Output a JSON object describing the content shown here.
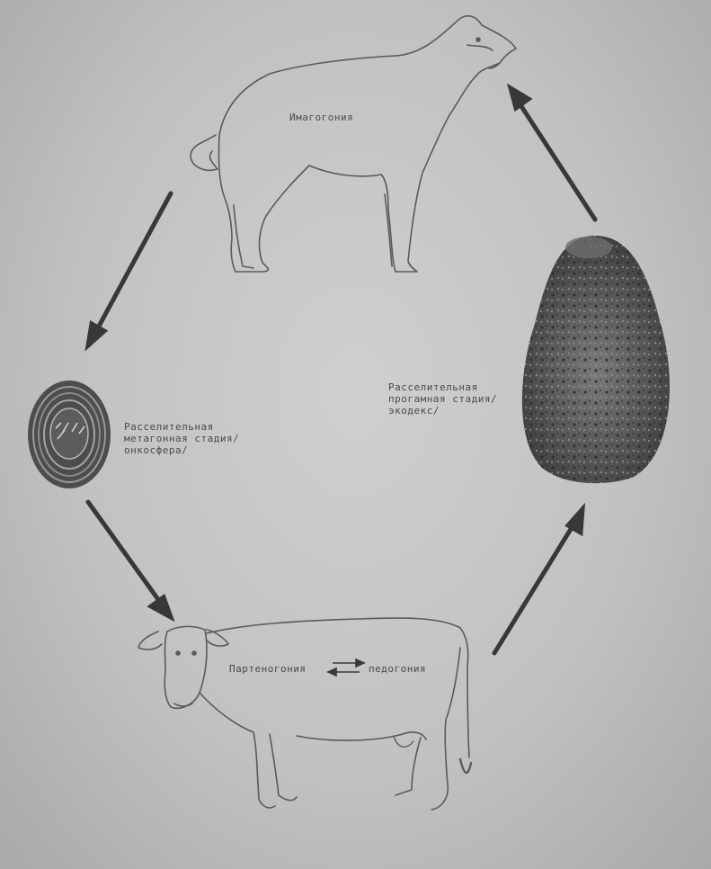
{
  "stages": {
    "dog": {
      "label": "Имагогония",
      "icon": "dog-icon"
    },
    "egg": {
      "label": "Расселительная метагонная стадия/онкосфера/",
      "icon": "egg-icon"
    },
    "cyst": {
      "label": "Расселительная прогамная стадия/экодекс/",
      "icon": "cyst-icon"
    },
    "cow": {
      "label_left": "Партеногония",
      "label_right": "педогония",
      "icon": "cow-icon"
    }
  },
  "colors": {
    "background": "#c4c4c4",
    "arrow": "#3a3a3a",
    "outline": "#555555",
    "cyst": "#5a5a5a"
  }
}
